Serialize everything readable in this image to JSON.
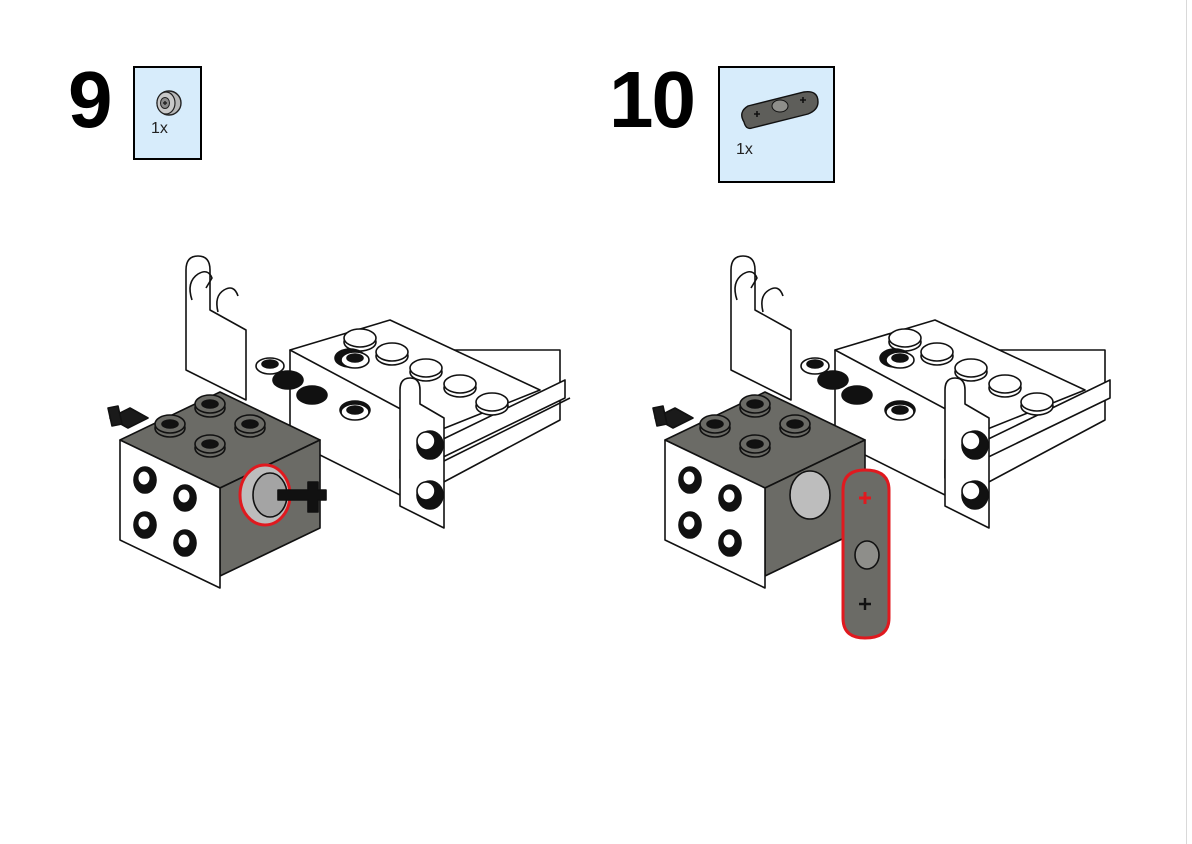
{
  "steps": [
    {
      "number": "9",
      "parts": [
        {
          "count": "1x",
          "icon": "bush-half-icon"
        }
      ],
      "highlight_color": "#e0191f"
    },
    {
      "number": "10",
      "parts": [
        {
          "count": "1x",
          "icon": "beam-3-icon"
        }
      ],
      "highlight_color": "#e0191f"
    }
  ],
  "colors": {
    "parts_box_bg": "#d7ecfb",
    "dark_gray": "#6b6b66",
    "light_gray": "#bdbdbd",
    "white_brick": "#ffffff",
    "black": "#111111"
  }
}
